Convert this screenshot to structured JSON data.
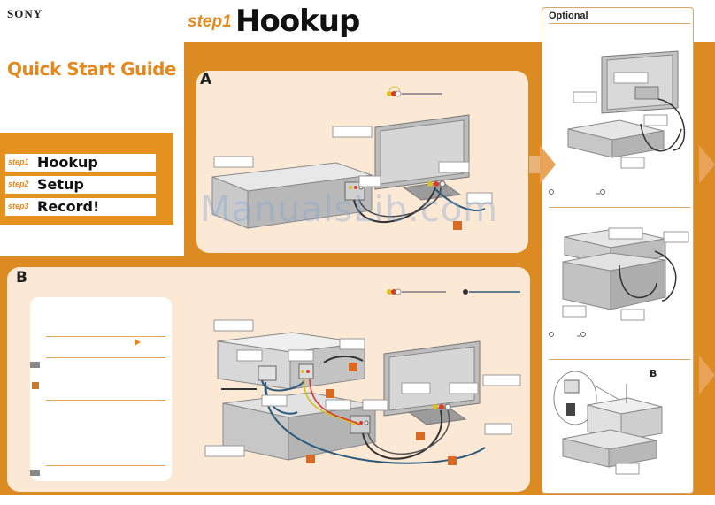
{
  "brand": {
    "logo": "SONY"
  },
  "guide": {
    "title": "Quick Start Guide"
  },
  "header": {
    "step": "step1",
    "title": "Hookup"
  },
  "steps": [
    {
      "num": "step1",
      "label": "Hookup"
    },
    {
      "num": "step2",
      "label": "Setup"
    },
    {
      "num": "step3",
      "label": "Record!"
    }
  ],
  "sections": {
    "a": {
      "letter": "A"
    },
    "b": {
      "letter": "B"
    }
  },
  "optional": {
    "title": "Optional",
    "sub_letter": "B"
  },
  "watermark": "ManualsLib.com",
  "colors": {
    "accent": "#e4891e",
    "frame": "#dc8a22",
    "panel": "#fbe9d6",
    "cable_blue": "#2e5a7a"
  }
}
